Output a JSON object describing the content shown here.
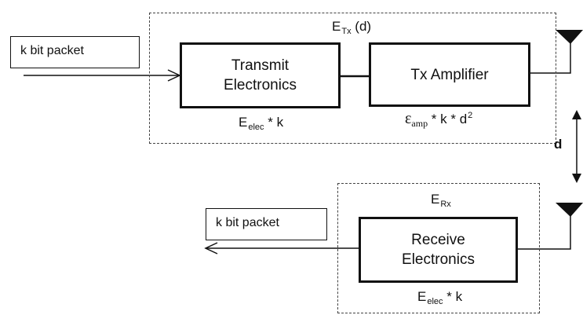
{
  "transmitter": {
    "energy_symbol": "E",
    "energy_subscript": "Tx",
    "energy_arg": " (d)",
    "input_packet": "k bit packet",
    "electronics_line1": "Transmit",
    "electronics_line2": "Electronics",
    "amplifier_label": "Tx Amplifier",
    "elec_cost_symbol": "E",
    "elec_cost_subscript": "elec",
    "elec_cost_suffix": " * k",
    "amp_cost_symbol": "ε",
    "amp_cost_subscript": "amp",
    "amp_cost_middle": " * k  * d",
    "amp_cost_exponent": "2"
  },
  "distance_label": "d",
  "receiver": {
    "energy_symbol": "E",
    "energy_subscript": "Rx",
    "electronics_line1": "Receive",
    "electronics_line2": "Electronics",
    "output_packet": "k bit packet",
    "elec_cost_symbol": "E",
    "elec_cost_subscript": "elec",
    "elec_cost_suffix": " * k"
  }
}
